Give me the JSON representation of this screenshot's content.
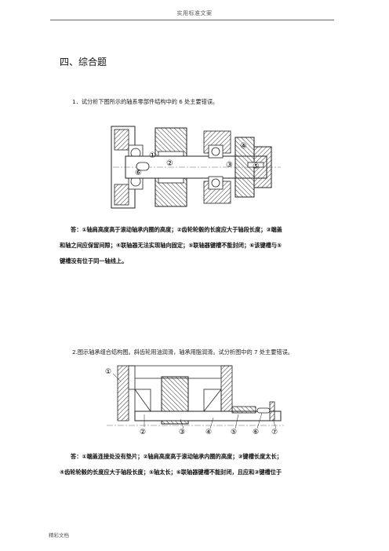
{
  "header": {
    "text": "实用标准文案"
  },
  "section": {
    "title": "四、综合题"
  },
  "question1": {
    "text": "1．试分析下图所示的轴系零部件结构中的 6 处主要错误。",
    "figure_labels": [
      "①",
      "②",
      "③",
      "④",
      "⑤",
      "⑥"
    ]
  },
  "answer1": {
    "line1": "答：①轴肩高度高于滚动轴承内圈的高度；②齿轮轮毂的长度应大于轴段长度；③端盖",
    "line2": "和轴之间应保留间隙；④联轴器无法实现轴向固定；⑤联轴器键槽不能封闭；⑥该键槽与⑤",
    "line3": "键槽没有位于同一轴线上。"
  },
  "question2": {
    "text": "2.图示轴承组合结构图。斜齿轮用油润滑，轴承用脂润滑。试分析图中的 7 处主要错误。",
    "figure_labels": [
      "①",
      "②",
      "③",
      "④",
      "⑤",
      "⑥",
      "⑦"
    ]
  },
  "answer2": {
    "line1": "答：①端盖连接处没有垫片；②轴肩高度高于滚动轴承内圈的高度；③键槽长度太长；",
    "line2": "④齿轮轮毂的长度应大于轴段长度；⑤轴太长；⑥联轴器键槽不能封闭，且应和③键槽位于"
  },
  "footer": {
    "text": "精彩文档"
  }
}
